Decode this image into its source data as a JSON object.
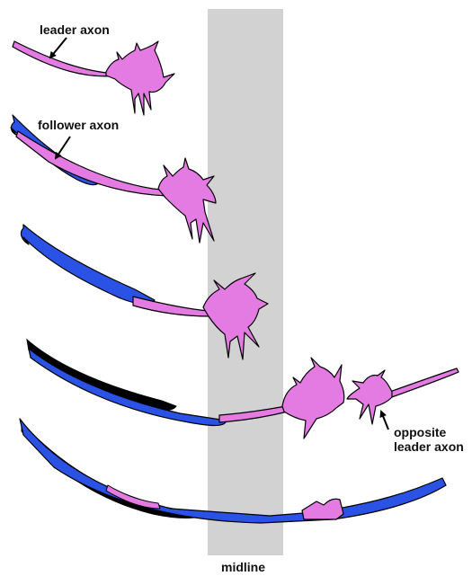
{
  "labels": {
    "leader_axon": "leader axon",
    "follower_axon": "follower axon",
    "opposite_line1": "opposite",
    "opposite_line2": "leader axon",
    "midline": "midline"
  },
  "colors": {
    "leader": "#e37be3",
    "follower": "#2a53e6",
    "third_axon": "#000000",
    "midline_band": "#d2d2d2",
    "outline": "#000000"
  }
}
